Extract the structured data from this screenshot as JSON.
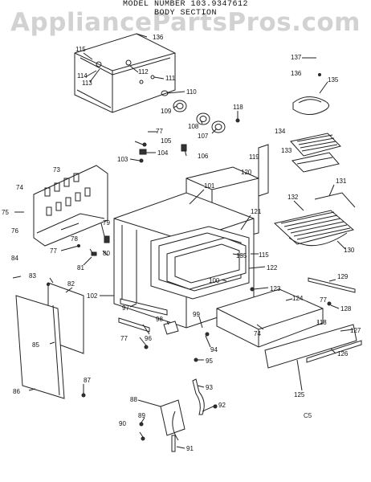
{
  "header": {
    "model_line": "MODEL NUMBER  103.9347612",
    "section_line": "BODY SECTION"
  },
  "watermark": "AppliancePartsPros.com",
  "drawing_code": "C5",
  "callouts": [
    "136",
    "115",
    "114",
    "113",
    "112",
    "111",
    "110",
    "109",
    "108",
    "107",
    "118",
    "137",
    "136",
    "135",
    "134",
    "133",
    "119",
    "120",
    "77",
    "105",
    "104",
    "103",
    "106",
    "73",
    "74",
    "75",
    "76",
    "79",
    "78",
    "77",
    "80",
    "81",
    "101",
    "121",
    "131",
    "132",
    "135",
    "115",
    "122",
    "130",
    "84",
    "83",
    "82",
    "100",
    "102",
    "97",
    "129",
    "123",
    "124",
    "77",
    "128",
    "99",
    "98",
    "77",
    "94",
    "96",
    "95",
    "74",
    "118",
    "127",
    "85",
    "126",
    "125",
    "87",
    "86",
    "93",
    "88",
    "92",
    "89",
    "90",
    "91"
  ],
  "colors": {
    "ink": "#222222",
    "watermark": "#d2d2d2"
  }
}
